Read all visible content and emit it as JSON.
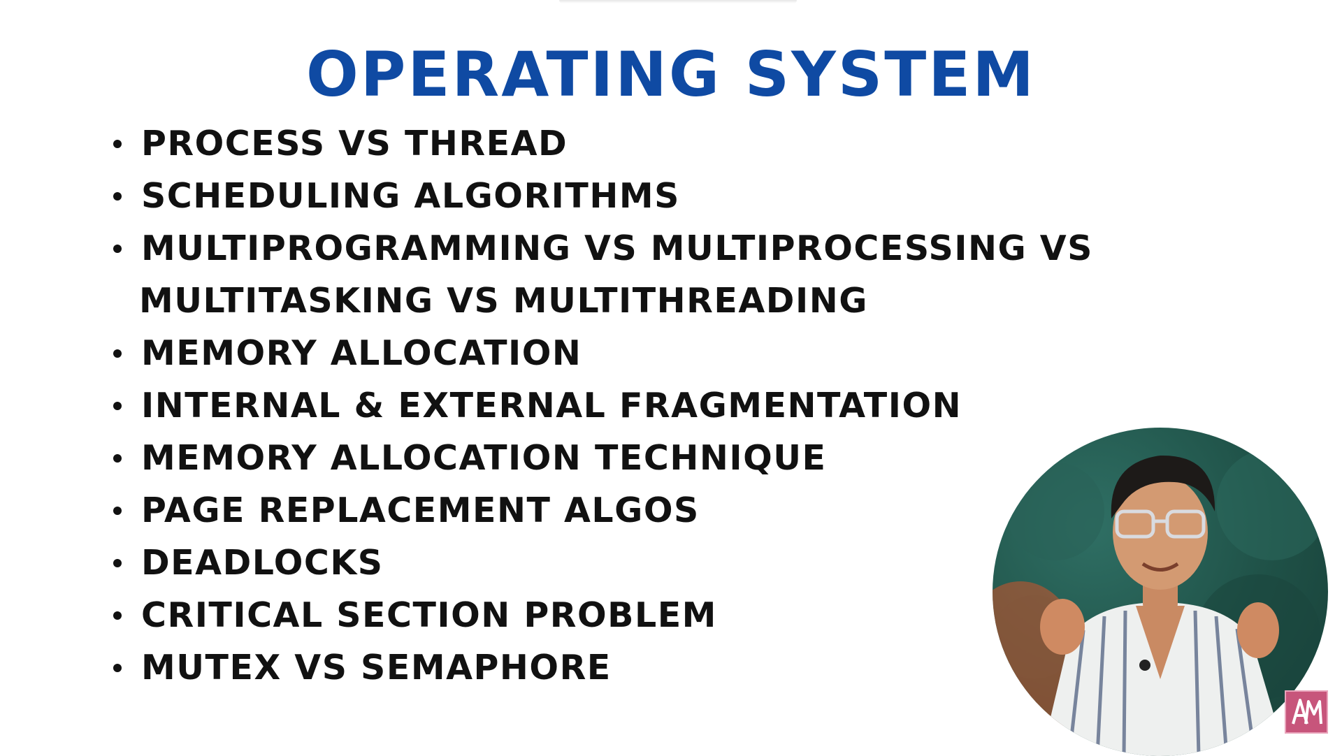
{
  "slide": {
    "title": "OPERATING SYSTEM",
    "topics": [
      {
        "text": "PROCESS VS THREAD"
      },
      {
        "text": "SCHEDULING ALGORITHMS"
      },
      {
        "text": "MULTIPROGRAMMING VS MULTIPROCESSING VS",
        "continuation": "MULTITASKING VS MULTITHREADING"
      },
      {
        "text": "MEMORY ALLOCATION"
      },
      {
        "text": "INTERNAL & EXTERNAL FRAGMENTATION"
      },
      {
        "text": "MEMORY ALLOCATION TECHNIQUE"
      },
      {
        "text": "PAGE REPLACEMENT ALGOS"
      },
      {
        "text": "DEADLOCKS"
      },
      {
        "text": "CRITICAL SECTION PROBLEM"
      },
      {
        "text": "MUTEX VS SEMAPHORE"
      }
    ]
  },
  "colors": {
    "title": "#0f4aa3",
    "body_text": "#111111",
    "background": "#ffffff",
    "photo_background": "#1f5147",
    "logo_background": "#c7557b"
  },
  "icons": {
    "bullet": "bullet-dot-icon",
    "logo": "channel-logo-icon"
  }
}
